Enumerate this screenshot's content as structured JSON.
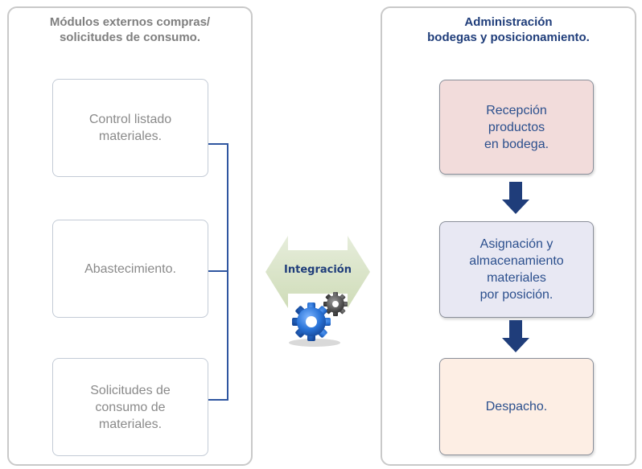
{
  "left_panel": {
    "title": "Módulos externos compras/\nsolicitudes de consumo.",
    "boxes": [
      {
        "label": "Control listado\nmateriales."
      },
      {
        "label": "Abastecimiento."
      },
      {
        "label": "Solicitudes de\nconsumo de\nmateriales."
      }
    ]
  },
  "integration": {
    "label": "Integración",
    "icon": "gears-icon"
  },
  "right_panel": {
    "title": "Administración\nbodegas y posicionamiento.",
    "steps": [
      {
        "label": "Recepción\nproductos\nen bodega.",
        "fill": "#f2dcdb"
      },
      {
        "label": "Asignación y\nalmacenamiento\nmateriales\npor posición.",
        "fill": "#e8e8f3"
      },
      {
        "label": "Despacho.",
        "fill": "#fdeee4"
      }
    ]
  },
  "colors": {
    "left_title": "#7f7f7f",
    "right_title": "#1f3d7a",
    "connector": "#2f56a0",
    "arrow": "#1f3d7a",
    "integration_arrow": "#d8e3c4",
    "integration_text": "#1f3d7a"
  }
}
